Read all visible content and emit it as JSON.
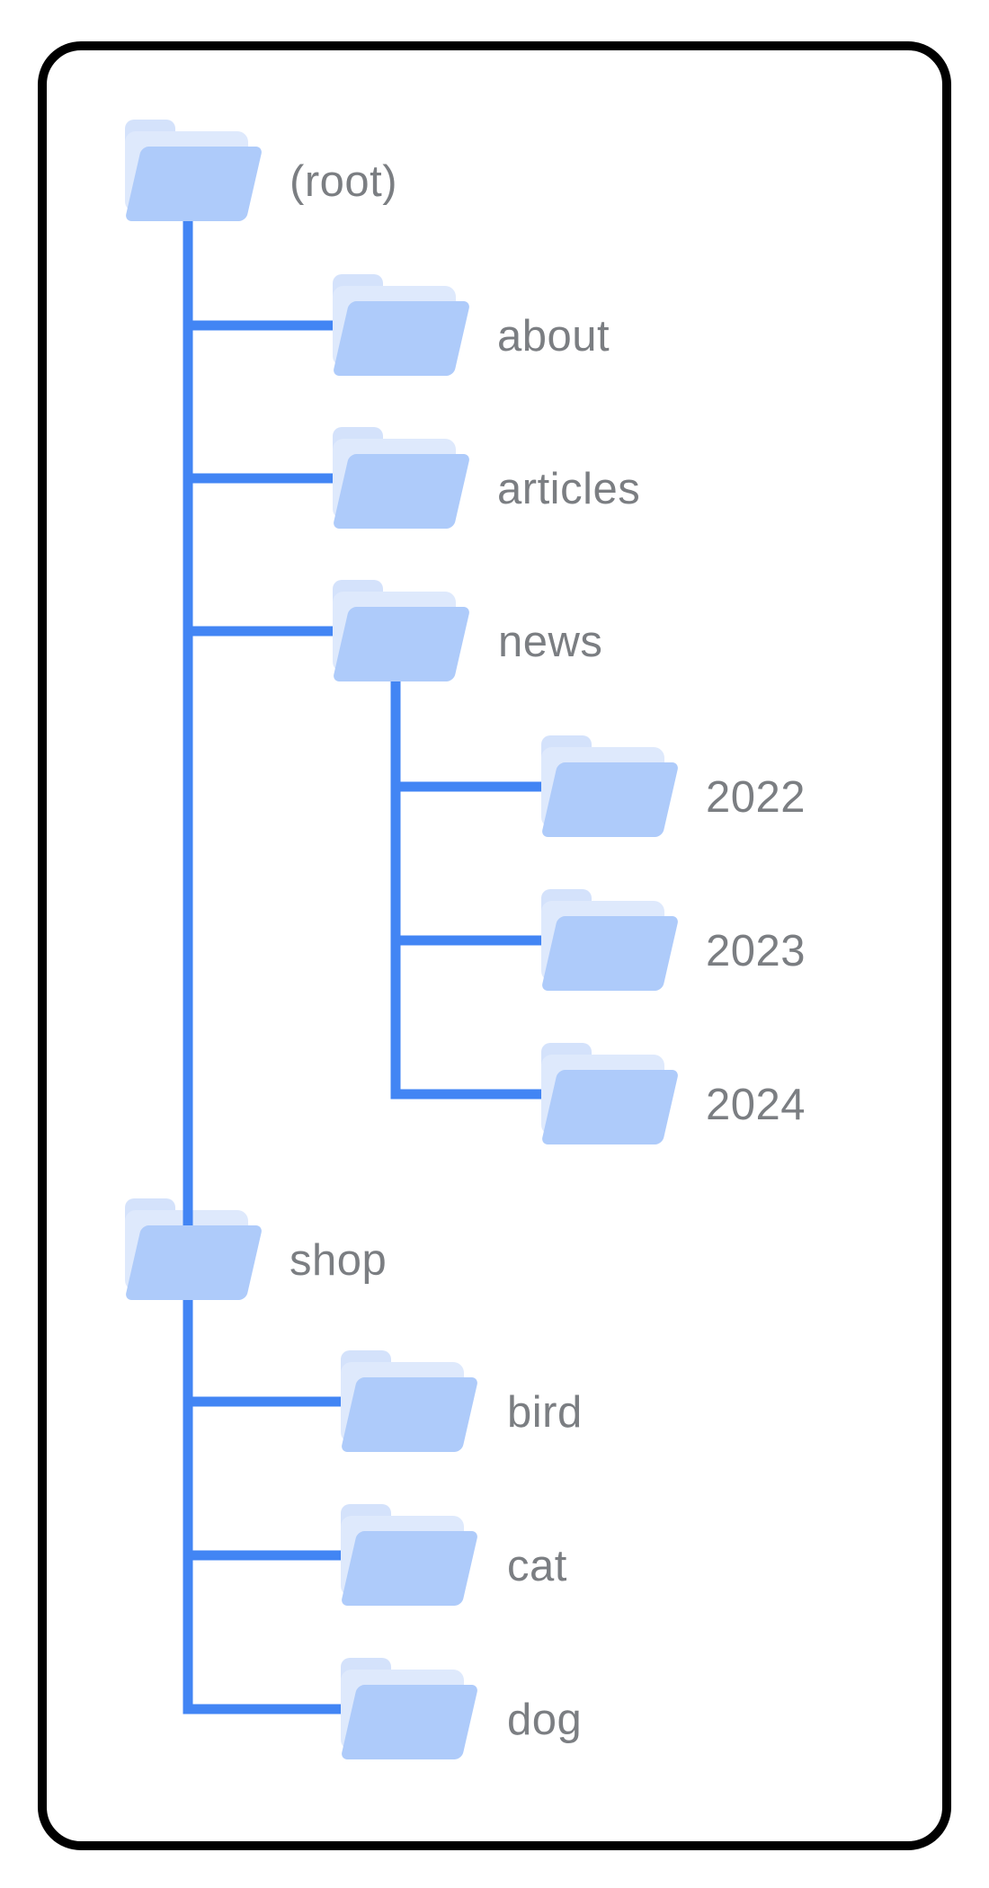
{
  "colors": {
    "line": "#4285f4",
    "folder_tab": "#d4e2fb",
    "folder_sheet": "#dee9fc",
    "folder_front": "#aecbfa",
    "label": "#7b7e82",
    "card_border": "#000000",
    "card_background": "#ffffff"
  },
  "tree": {
    "label": "(root)",
    "children": [
      {
        "label": "about",
        "children": []
      },
      {
        "label": "articles",
        "children": []
      },
      {
        "label": "news",
        "children": [
          {
            "label": "2022",
            "children": []
          },
          {
            "label": "2023",
            "children": []
          },
          {
            "label": "2024",
            "children": []
          }
        ]
      },
      {
        "label": "shop",
        "children": [
          {
            "label": "bird",
            "children": []
          },
          {
            "label": "cat",
            "children": []
          },
          {
            "label": "dog",
            "children": []
          }
        ]
      }
    ]
  }
}
